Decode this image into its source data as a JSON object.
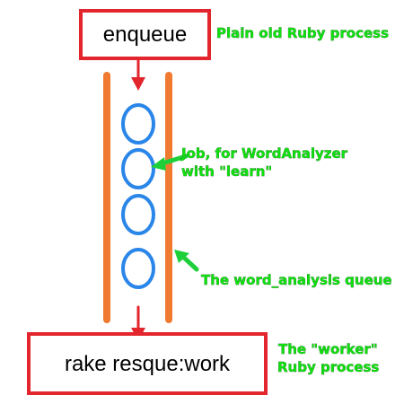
{
  "colors": {
    "box_border": "#e3262d",
    "arrow_red": "#e3262d",
    "queue_walls": "#f07a2f",
    "job_circles": "#2a86e8",
    "annotation_text": "#10e010",
    "annotation_arrow": "#1fcf3a"
  },
  "boxes": {
    "producer": {
      "label": "enqueue"
    },
    "worker": {
      "label": "rake resque:work"
    }
  },
  "annotations": {
    "producer_note": "Plain old Ruby process",
    "job_note_line1": "Job, for WordAnalyzer",
    "job_note_line2": "with \"learn\"",
    "queue_note": "The word_analysis queue",
    "worker_note_line1": "The \"worker\"",
    "worker_note_line2": "Ruby process"
  },
  "queue": {
    "job_count": 4
  }
}
